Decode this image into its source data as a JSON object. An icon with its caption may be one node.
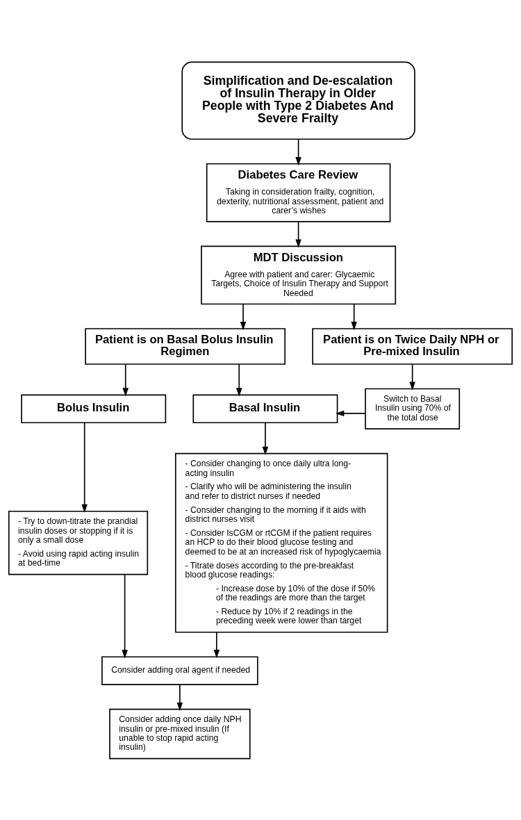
{
  "diagram": {
    "nodes": [
      {
        "text": [
          "Simplification and De-escalation of Insulin Therapy in Older People with Type 2 Diabetes And Severe Frailty"
        ]
      },
      {
        "text": [
          "Diabetes Care Review",
          "Taking in consideration frailty, cognition, dexterity, nutritional assessment, patient and carer’s wishes"
        ]
      },
      {
        "text": [
          "MDT Discussion",
          "Agree with patient and carer: Glycaemic Targets, Choice of Insulin Therapy and Support Needed"
        ]
      },
      {
        "text": [
          "Patient is on Basal Bolus Insulin Regimen"
        ]
      },
      {
        "text": [
          "Patient is on Twice Daily NPH or Pre-mixed Insulin"
        ]
      },
      {
        "text": [
          "Bolus Insulin"
        ]
      },
      {
        "text": [
          "Basal Insulin"
        ]
      },
      {
        "text": [
          "Switch to Basal Insulin using 70% of the total dose"
        ]
      },
      {
        "text": [
          "- Try to down-titrate the prandial insulin doses or stopping if it is only a small dose",
          "- Avoid using rapid acting insulin at bed-time"
        ]
      },
      {
        "text": [
          "- Consider changing to once daily ultra long-acting insulin",
          "- Clarify who will be administering the insulin and refer to district nurses if needed",
          "- Consider changing to the morning if it aids with district nurses visit",
          "- Consider IsCGM or rtCGM if the patient requires an HCP to do their blood glucose testing and deemed to be at an increased risk of hypoglycaemia",
          "- Titrate doses according to the pre-breakfast blood glucose readings:",
          "- Increase dose by 10% of the dose if 50% of the readings are more than the target",
          "- Reduce by 10% if 2 readings in the preceding week were lower than target"
        ]
      },
      {
        "text": [
          "Consider adding oral agent if needed"
        ]
      },
      {
        "text": [
          "Consider adding once daily NPH insulin or pre-mixed insulin (If unable to stop rapid acting insulin)"
        ]
      }
    ],
    "edges": [
      {
        "from": 0,
        "to": 1,
        "arrow": "to"
      },
      {
        "from": 1,
        "to": 2,
        "arrow": "to"
      },
      {
        "from": 2,
        "to": 3,
        "arrow": "to"
      },
      {
        "from": 2,
        "to": 4,
        "arrow": "to"
      },
      {
        "from": 3,
        "to": 5,
        "arrow": "to"
      },
      {
        "from": 3,
        "to": 6,
        "arrow": "to"
      },
      {
        "from": 4,
        "to": 7,
        "arrow": "to"
      },
      {
        "from": 7,
        "to": 6,
        "arrow": "to"
      },
      {
        "from": 5,
        "to": 8,
        "arrow": "to"
      },
      {
        "from": 6,
        "to": 9,
        "arrow": "to"
      },
      {
        "from": 8,
        "to": 10,
        "arrow": "to"
      },
      {
        "from": 9,
        "to": 10,
        "arrow": "to"
      },
      {
        "from": 10,
        "to": 11,
        "arrow": "to"
      }
    ]
  }
}
